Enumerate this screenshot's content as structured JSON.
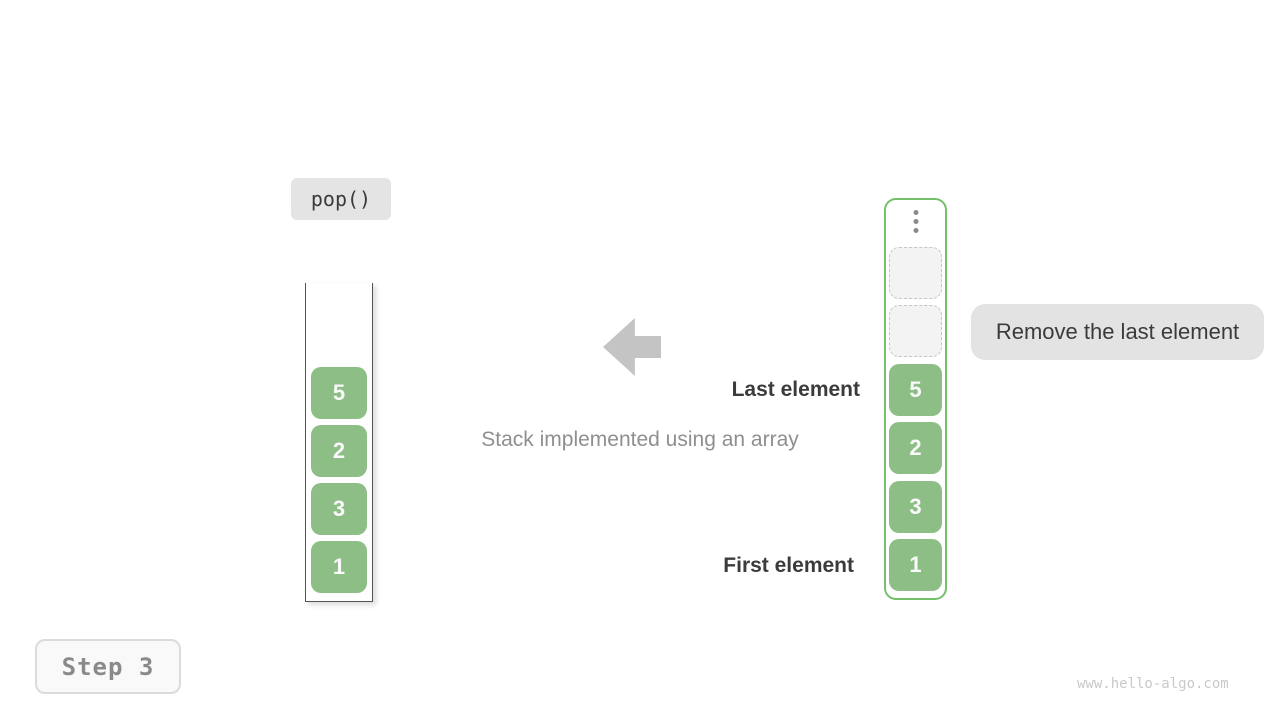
{
  "operation": {
    "label": "pop()"
  },
  "caption": "Stack implemented using an array",
  "annotations": {
    "last_element": "Last element",
    "first_element": "First element",
    "remove_label": "Remove the last element"
  },
  "stack": {
    "values_top_to_bottom": [
      "5",
      "2",
      "3",
      "1"
    ]
  },
  "array": {
    "empty_slot_count": 2,
    "ellipsis_icon": "vertical-ellipsis",
    "values_top_to_bottom": [
      "5",
      "2",
      "3",
      "1"
    ]
  },
  "step_badge": "Step 3",
  "watermark": "www.hello-algo.com",
  "colors": {
    "cell_green": "#8CBE85",
    "array_border_green": "#74C06B",
    "label_bg": "#E4E4E4",
    "dark_text": "#3B3B3B",
    "muted_text": "#8F8F8F",
    "arrow_gray": "#C4C4C4",
    "stack_wall": "#545454",
    "dashed_slot_border": "#C6C6C6",
    "step_text": "#8A8A8A",
    "watermark_text": "#C9C9C9"
  }
}
